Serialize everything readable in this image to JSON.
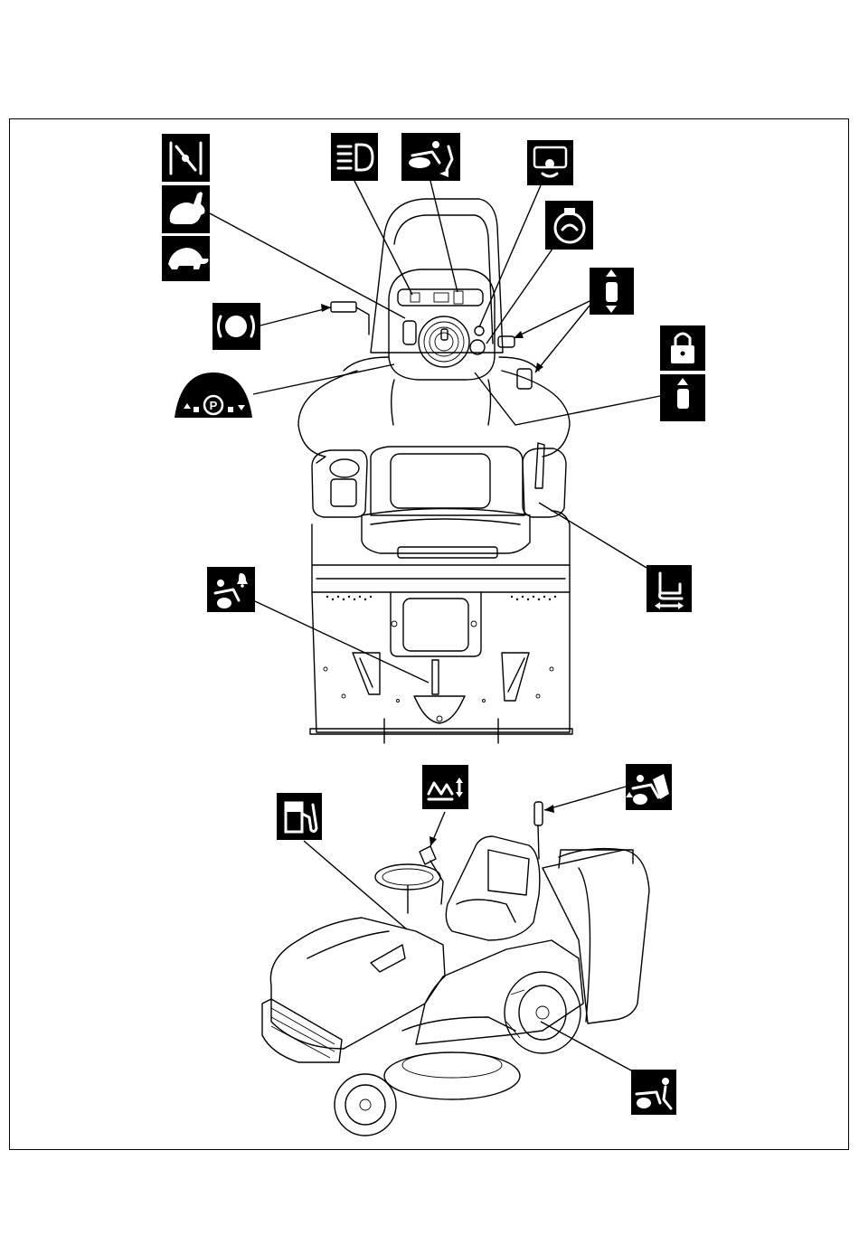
{
  "figure": {
    "border_color": "#000000",
    "background": "#ffffff",
    "symbol_fill": "#000000",
    "symbol_glyph": "#ffffff"
  },
  "symbols": [
    {
      "name": "cutting-blades-icon",
      "group": "top-view"
    },
    {
      "name": "rabbit-fast-icon",
      "group": "top-view"
    },
    {
      "name": "turtle-slow-icon",
      "group": "top-view"
    },
    {
      "name": "brake-icon",
      "group": "top-view"
    },
    {
      "name": "parking-brake-icon",
      "group": "top-view"
    },
    {
      "name": "headlight-icon",
      "group": "top-view"
    },
    {
      "name": "reverse-mowing-icon",
      "group": "top-view"
    },
    {
      "name": "hour-meter-icon",
      "group": "top-view"
    },
    {
      "name": "ignition-icon",
      "group": "top-view"
    },
    {
      "name": "forward-reverse-pedal-icon",
      "group": "top-view"
    },
    {
      "name": "lock-icon",
      "group": "top-view"
    },
    {
      "name": "forward-drive-icon",
      "group": "top-view"
    },
    {
      "name": "seat-adjust-icon",
      "group": "top-view"
    },
    {
      "name": "grass-bag-full-alarm-icon",
      "group": "top-view"
    },
    {
      "name": "fuel-icon",
      "group": "side-view"
    },
    {
      "name": "cutting-height-icon",
      "group": "side-view"
    },
    {
      "name": "grass-bag-empty-icon",
      "group": "side-view"
    },
    {
      "name": "freewheel-icon",
      "group": "side-view"
    }
  ]
}
